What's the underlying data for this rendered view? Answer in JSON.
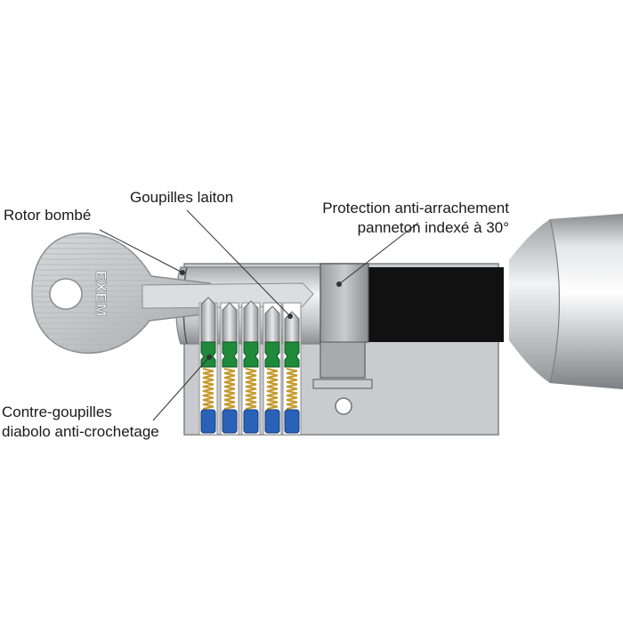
{
  "labels": {
    "rotor": "Rotor bombé",
    "goupilles": "Goupilles laiton",
    "protection_line1": "Protection anti-arrachement",
    "protection_line2": "panneton indexé à 30°",
    "contre_line1": "Contre-goupilles",
    "contre_line2": "diabolo anti-crochetage"
  },
  "key_brand": "EXEM",
  "colors": {
    "body_silver": "#c9cbce",
    "cam_black": "#111111",
    "pin_green": "#1e8a3a",
    "pin_blue": "#2a62b8",
    "spring_gold": "#c49a2c",
    "brass": "#d8b550"
  }
}
